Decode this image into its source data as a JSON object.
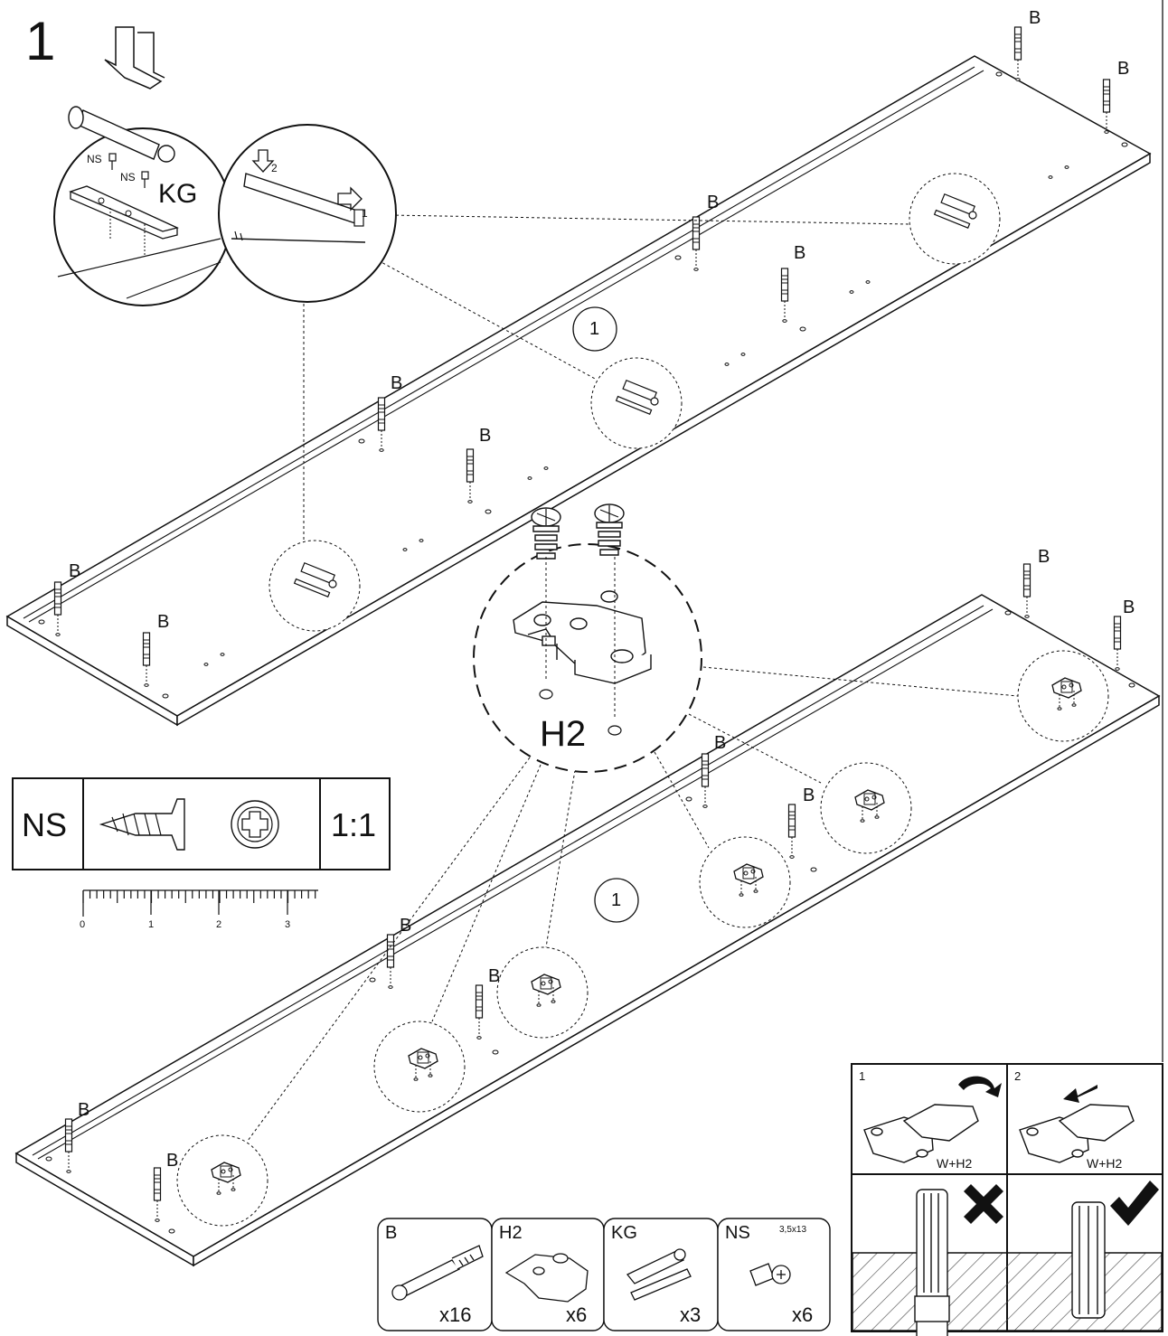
{
  "step": {
    "number": "1"
  },
  "detail": {
    "kg_label": "KG",
    "ns_label": "NS",
    "insert_step_1": "1",
    "insert_step_2": "2"
  },
  "panels": {
    "ref_label": "1",
    "dowel_label": "B"
  },
  "hinge_plate": {
    "label": "H2"
  },
  "screw_scale": {
    "code": "NS",
    "scale": "1:1",
    "ruler_labels": [
      "0",
      "1",
      "2",
      "3"
    ]
  },
  "parts": [
    {
      "code": "B",
      "qty": "x16",
      "size": ""
    },
    {
      "code": "H2",
      "qty": "x6",
      "size": ""
    },
    {
      "code": "KG",
      "qty": "x3",
      "size": ""
    },
    {
      "code": "NS",
      "qty": "x6",
      "size": "3,5x13"
    }
  ],
  "hinge_steps": [
    {
      "number": "1",
      "label": "W+H2"
    },
    {
      "number": "2",
      "label": "W+H2"
    }
  ],
  "colors": {
    "line": "#111111",
    "background": "#ffffff",
    "hatch": "#444444"
  }
}
